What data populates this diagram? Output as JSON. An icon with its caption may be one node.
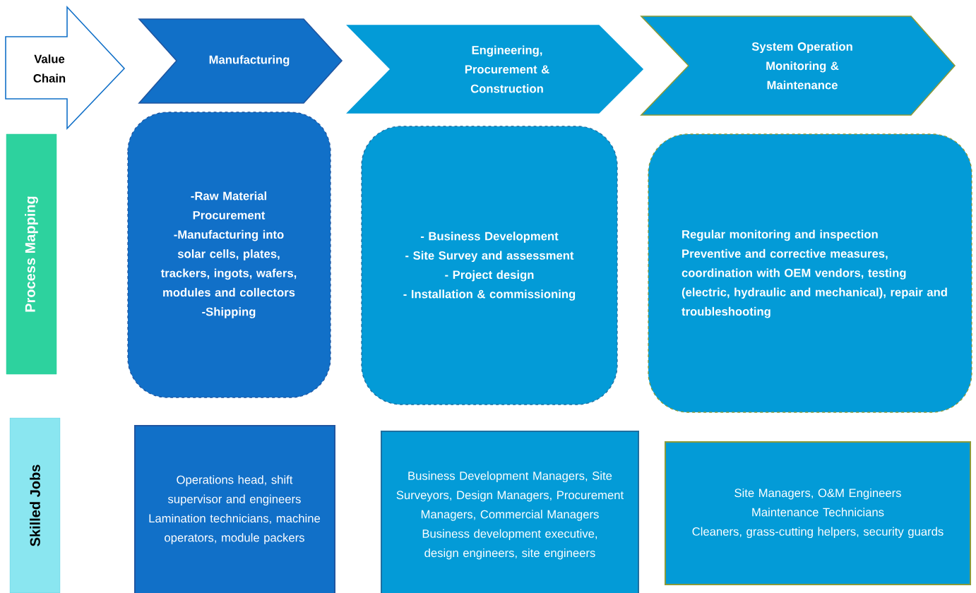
{
  "diagram": {
    "nodes": [
      {
        "text": [
          "Value Chain"
        ]
      },
      {
        "text": [
          "Manufacturing"
        ]
      },
      {
        "text": [
          "Engineering, Procurement & Construction"
        ]
      },
      {
        "text": [
          "System Operation Monitoring & Maintenance"
        ]
      },
      {
        "text": [
          "Process Mapping"
        ]
      },
      {
        "text": [
          "-Raw Material Procurement",
          "-Manufacturing into solar cells, plates, trackers, ingots, wafers, modules and collectors",
          "-Shipping"
        ]
      },
      {
        "text": [
          "- Business Development",
          "- Site Survey and assessment",
          "- Project design",
          "- Installation & commissioning"
        ]
      },
      {
        "text": [
          "Regular monitoring and inspection",
          "Preventive and corrective measures, coordination with OEM vendors, testing (electric, hydraulic and mechanical), repair and troubleshooting"
        ]
      },
      {
        "text": [
          "Skilled Jobs"
        ]
      },
      {
        "text": [
          "Operations head, shift supervisor and engineers",
          "Lamination technicians, machine operators, module packers"
        ]
      },
      {
        "text": [
          "Business Development Managers, Site Surveyors, Design Managers, Procurement Managers, Commercial Managers",
          "Business development executive, design engineers, site engineers"
        ]
      },
      {
        "text": [
          "Site Managers, O&M Engineers",
          "Maintenance Technicians",
          "Cleaners, grass-cutting helpers, security guards"
        ]
      }
    ]
  }
}
